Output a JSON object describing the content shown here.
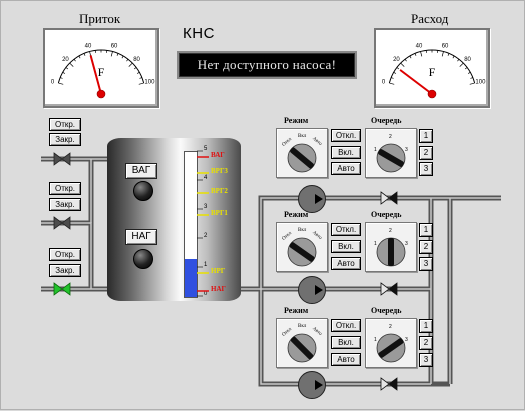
{
  "title": "КНС",
  "message": "Нет доступного насоса!",
  "gauges": {
    "inflow": {
      "title": "Приток",
      "unit": "F",
      "ticks": [
        "0",
        "20",
        "40",
        "60",
        "80",
        "100"
      ],
      "value": 40
    },
    "outflow": {
      "title": "Расход",
      "unit": "F",
      "ticks": [
        "0",
        "20",
        "40",
        "60",
        "80",
        "100"
      ],
      "value": 15
    }
  },
  "valves": [
    {
      "open_label": "Откр.",
      "close_label": "Закр.",
      "color": "#4c4c4c"
    },
    {
      "open_label": "Откр.",
      "close_label": "Закр.",
      "color": "#4c4c4c"
    },
    {
      "open_label": "Откр.",
      "close_label": "Закр.",
      "color": "#22c22c"
    }
  ],
  "tank": {
    "vag_label": "ВАГ",
    "nag_label": "НАГ",
    "level_fraction": 0.26,
    "scale_ticks": [
      "5",
      "4",
      "3",
      "2",
      "1",
      "0"
    ],
    "levels": [
      {
        "label": "ВАГ",
        "color": "#e01010"
      },
      {
        "label": "ВРГ3",
        "color": "#e8e000"
      },
      {
        "label": "ВРГ2",
        "color": "#e8e000"
      },
      {
        "label": "ВРГ1",
        "color": "#e8e000"
      },
      {
        "label": "НРГ",
        "color": "#e8e000"
      },
      {
        "label": "НАГ",
        "color": "#e01010"
      }
    ]
  },
  "pumps": [
    {
      "mode_title": "Режим",
      "queue_title": "Очередь",
      "mode_knob": {
        "labels": [
          "Откл",
          "Вкл",
          "Авто"
        ]
      },
      "queue_knob": {
        "labels": [
          "1",
          "2",
          "3"
        ]
      },
      "buttons": [
        "Откл.",
        "Вкл.",
        "Авто"
      ],
      "queue_buttons": [
        "1",
        "2",
        "3"
      ]
    },
    {
      "mode_title": "Режим",
      "queue_title": "Очередь",
      "mode_knob": {
        "labels": [
          "Откл",
          "Вкл",
          "Авто"
        ]
      },
      "queue_knob": {
        "labels": [
          "1",
          "2",
          "3"
        ]
      },
      "buttons": [
        "Откл.",
        "Вкл.",
        "Авто"
      ],
      "queue_buttons": [
        "1",
        "2",
        "3"
      ]
    },
    {
      "mode_title": "Режим",
      "queue_title": "Очередь",
      "mode_knob": {
        "labels": [
          "Откл",
          "Вкл",
          "Авто"
        ]
      },
      "queue_knob": {
        "labels": [
          "1",
          "2",
          "3"
        ]
      },
      "buttons": [
        "Откл.",
        "Вкл.",
        "Авто"
      ],
      "queue_buttons": [
        "1",
        "2",
        "3"
      ]
    }
  ],
  "colors": {
    "pipe": "#555555",
    "pump": "#707070",
    "level": "#3050e0"
  }
}
